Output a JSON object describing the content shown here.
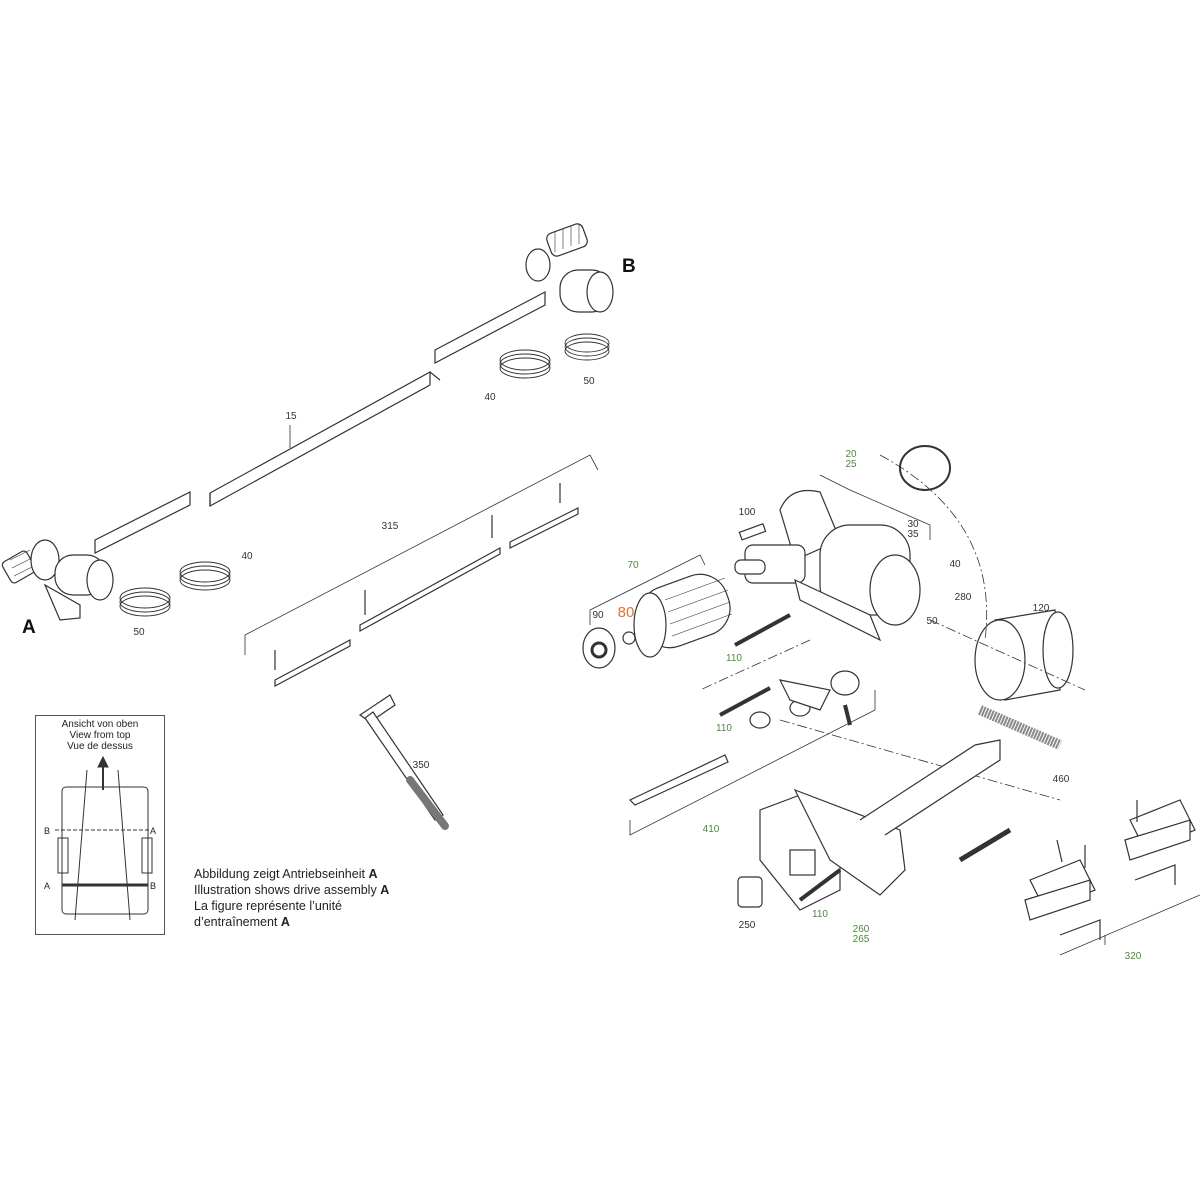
{
  "assembly_markers": {
    "a": "A",
    "b": "B"
  },
  "part_labels": {
    "p15": "15",
    "p40_left": "40",
    "p50_left": "50",
    "p40_top": "40",
    "p50_top": "50",
    "p315": "315",
    "p350": "350",
    "p20": "20",
    "p25": "25",
    "p100": "100",
    "p30": "30",
    "p35": "35",
    "p40_motor": "40",
    "p280": "280",
    "p50_motor": "50",
    "p120": "120",
    "p70": "70",
    "p90": "90",
    "p80": "80",
    "p110_a": "110",
    "p110_b": "110",
    "p110_c": "110",
    "p460": "460",
    "p410": "410",
    "p250": "250",
    "p260": "260",
    "p265": "265",
    "p320": "320"
  },
  "inset": {
    "title_de": "Ansicht von oben",
    "title_en": "View from top",
    "title_fr": "Vue de dessus",
    "mark_b_left": "B",
    "mark_a_right": "A",
    "mark_a_left": "A",
    "mark_b_right": "B"
  },
  "caption": {
    "line_de": "Abbildung zeigt Antriebseinheit ",
    "line_en": "Illustration shows drive assembly ",
    "line_fr_1": "La figure représente l’unité",
    "line_fr_2": "d’entraînement ",
    "unit": "A"
  },
  "colors": {
    "green_label": "#4a8a3a",
    "orange_label": "#e07030",
    "line": "#333333"
  }
}
